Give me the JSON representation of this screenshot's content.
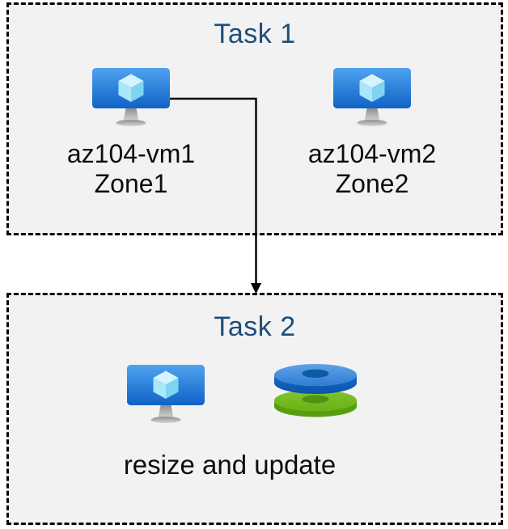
{
  "diagram": {
    "background": "#ffffff",
    "box_fill": "#f2f2f2",
    "box_border_color": "#000000",
    "box_border_style": "dashed",
    "title_color": "#1f4e79",
    "label_color": "#0d0d0d",
    "arrow_color": "#000000"
  },
  "task1": {
    "title": "Task 1",
    "vms": [
      {
        "icon": "virtual-machine-icon",
        "name": "az104-vm1",
        "zone": "Zone1"
      },
      {
        "icon": "virtual-machine-icon",
        "name": "az104-vm2",
        "zone": "Zone2"
      }
    ]
  },
  "task2": {
    "title": "Task 2",
    "icons": [
      "virtual-machine-icon",
      "disks-icon"
    ],
    "caption": "resize and update"
  },
  "connector": {
    "type": "elbow-arrow",
    "from": "az104-vm1",
    "to": "Task 2"
  },
  "icon_colors": {
    "vm_monitor_top": "#4fa3f0",
    "vm_monitor_bottom": "#1062c6",
    "vm_cube_top": "#d7f3fe",
    "vm_cube_left": "#abe7fb",
    "vm_cube_right": "#7fd5f0",
    "vm_stand_gray": "#b5b5b5",
    "disk_blue_top": "#3a86dc",
    "disk_blue_side": "#0f5fb8",
    "disk_blue_hole": "#0d5ba4",
    "disk_green_top": "#74ba1f",
    "disk_green_side": "#55a00f",
    "disk_green_hole": "#4e9212"
  }
}
